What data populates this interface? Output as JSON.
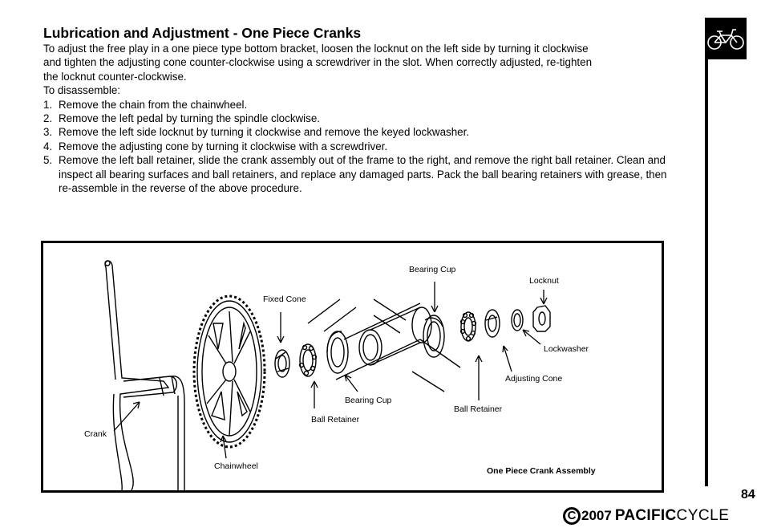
{
  "page": {
    "title": "Lubrication and Adjustment - One Piece Cranks",
    "intro_lines": [
      "To adjust the free play in a one piece type bottom bracket, loosen the locknut on the left side by turning it clockwise",
      "and tighten the adjusting cone counter-clockwise using a screwdriver in the slot.  When correctly adjusted, re-tighten",
      "the locknut counter-clockwise."
    ],
    "disassemble_heading": "To disassemble:",
    "steps": [
      {
        "num": "1.",
        "text": "Remove the chain from the chainwheel."
      },
      {
        "num": "2.",
        "text": "Remove the left pedal by turning the spindle clockwise."
      },
      {
        "num": "3.",
        "text": "Remove the left side locknut by turning it clockwise and remove the keyed lockwasher."
      },
      {
        "num": "4.",
        "text": "Remove the adjusting cone by turning it clockwise with a screwdriver."
      },
      {
        "num": "5.",
        "text": "Remove the left ball retainer, slide the crank assembly out of the frame to the right, and remove the right ball retainer. Clean and inspect all bearing surfaces and ball retainers, and replace any damaged parts.  Pack the ball bearing retainers with grease, then re-assemble in the reverse of the above procedure."
      }
    ],
    "page_number": "84"
  },
  "figure": {
    "caption": "One Piece Crank Assembly",
    "labels": {
      "crank": "Crank",
      "chainwheel": "Chainwheel",
      "fixed_cone": "Fixed Cone",
      "ball_retainer_left": "Ball Retainer",
      "bearing_cup_left": "Bearing Cup",
      "bearing_cup_right": "Bearing Cup",
      "ball_retainer_right": "Ball Retainer",
      "adjusting_cone": "Adjusting Cone",
      "locknut": "Locknut",
      "lockwasher": "Lockwasher"
    }
  },
  "footer": {
    "copyright_symbol": "C",
    "year": "2007",
    "brand_bold": "PACIFIC",
    "brand_light": "CYCLE"
  },
  "icons": {
    "section_icon": "bicycle-icon"
  }
}
